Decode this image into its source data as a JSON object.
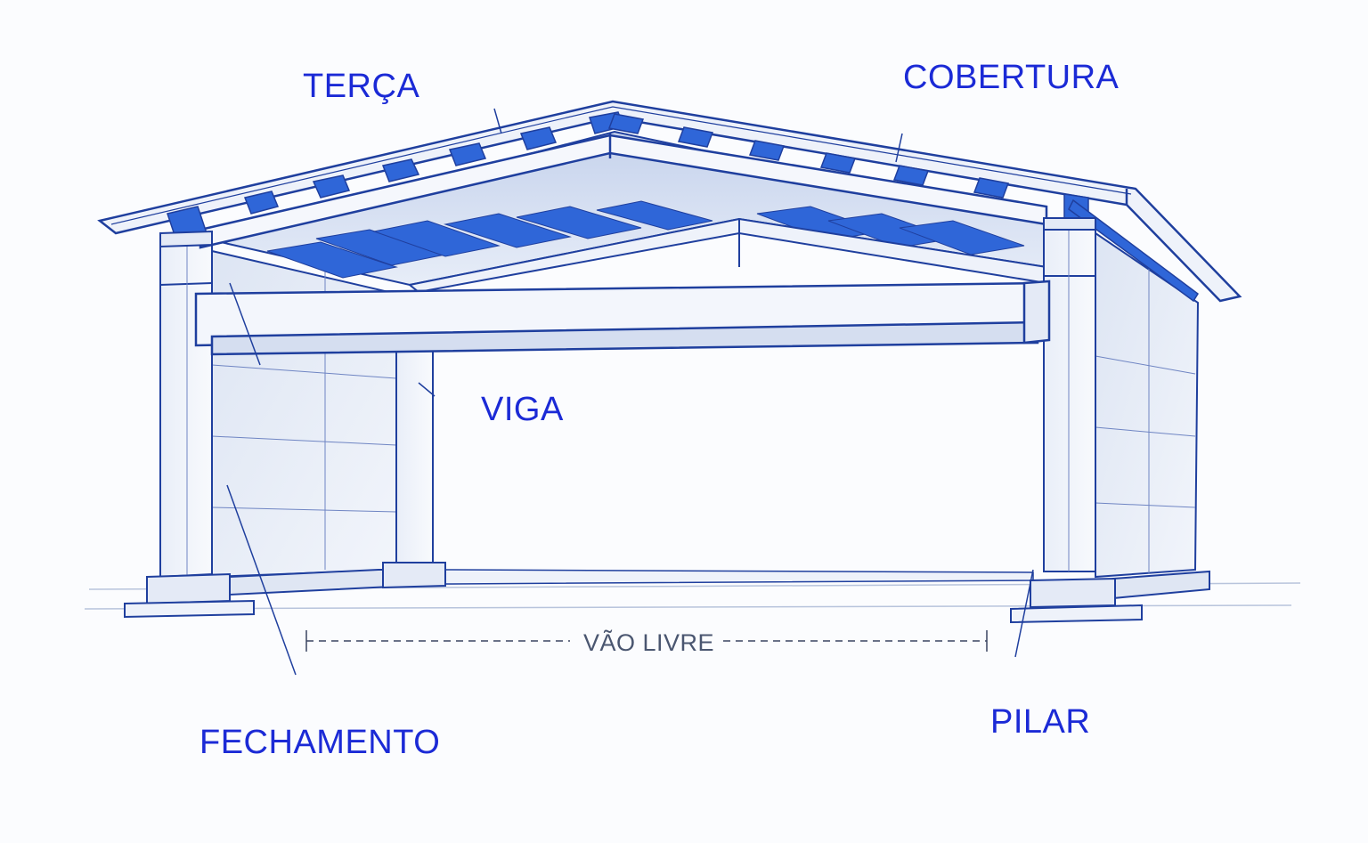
{
  "labels": {
    "terca": "TERÇA",
    "cobertura": "COBERTURA",
    "viga": "VIGA",
    "fechamento": "FECHAMENTO",
    "pilar": "PILAR",
    "vao_livre": "VÃO LIVRE"
  },
  "colors": {
    "label_text": "#1b2ad6",
    "line": "#1f3f9e",
    "fill_light": "#e6ecf7",
    "fill_mid": "#c9d5ec",
    "accent_blue": "#2f66d8",
    "dimension_text": "#4a5670"
  }
}
